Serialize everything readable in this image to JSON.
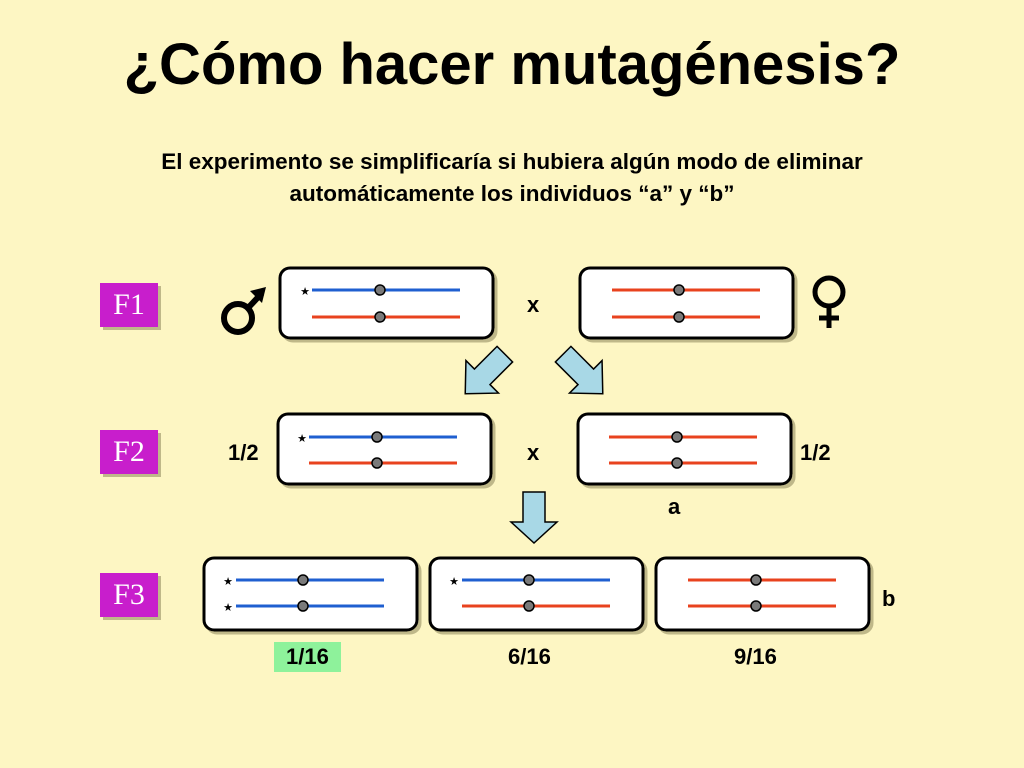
{
  "title": "¿Cómo hacer mutagénesis?",
  "subtitle_line1": "El experimento se simplificaría si hubiera algún modo de eliminar",
  "subtitle_line2": "automáticamente los individuos “a” y “b”",
  "generations": {
    "f1": "F1",
    "f2": "F2",
    "f3": "F3"
  },
  "symbols": {
    "male": "♂",
    "female": "♀",
    "cross": "x",
    "star": "★"
  },
  "f2": {
    "left_fraction": "1/2",
    "right_fraction": "1/2",
    "right_label": "a"
  },
  "f3": {
    "fraction_1": "1/16",
    "fraction_2": "6/16",
    "fraction_3": "9/16",
    "right_label": "b"
  },
  "colors": {
    "blue_chromosome": "#1f5fd0",
    "red_chromosome": "#e8421e",
    "generation_box": "#c81ecc",
    "highlight": "#8ef29b",
    "arrow_fill": "#a8d8e6",
    "background": "#fdf6c3"
  }
}
